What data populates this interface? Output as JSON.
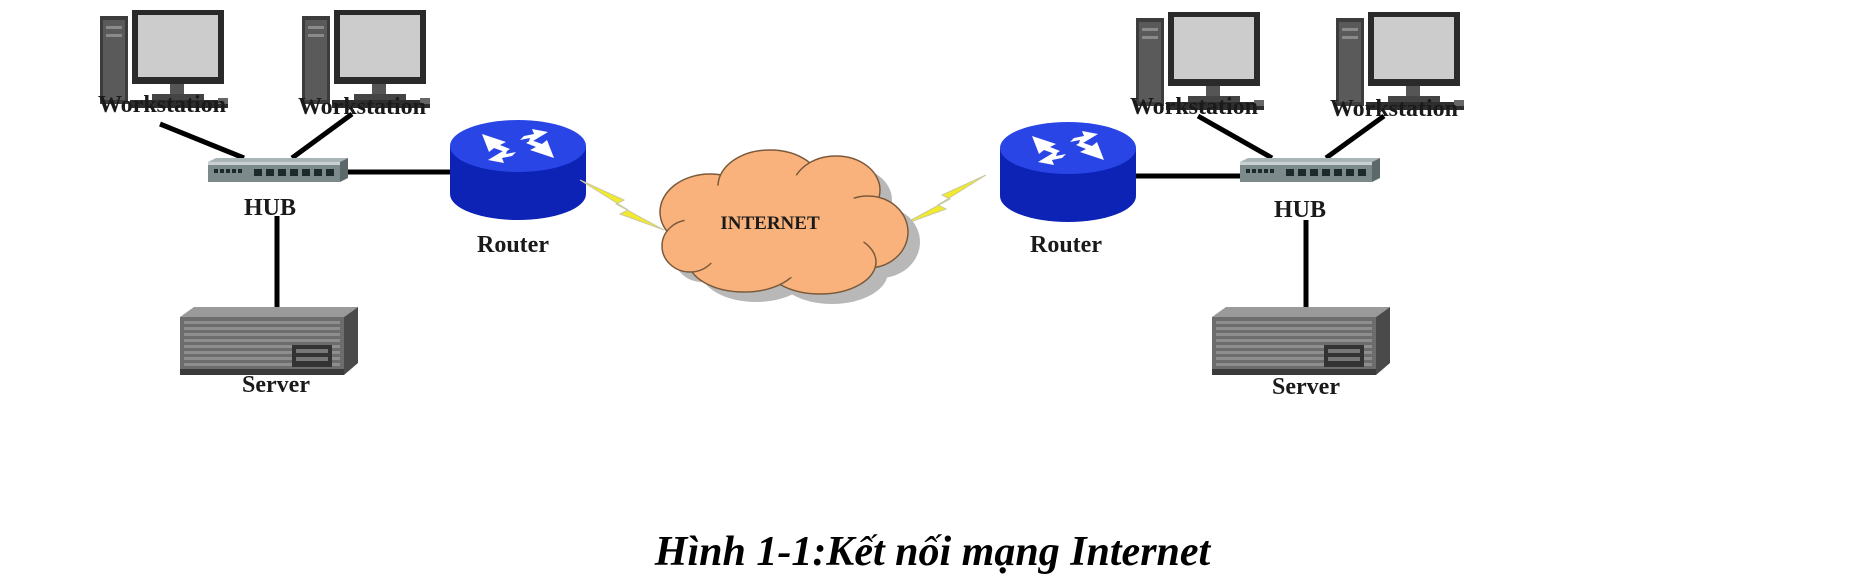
{
  "left_network": {
    "workstation_1_label": "Workstation",
    "workstation_2_label": "Workstation",
    "hub_label": "HUB",
    "router_label": "Router",
    "server_label": "Server"
  },
  "right_network": {
    "workstation_1_label": "Workstation",
    "workstation_2_label": "Workstation",
    "hub_label": "HUB",
    "router_label": "Router",
    "server_label": "Server"
  },
  "internet_label": "INTERNET",
  "caption": "Hình 1-1:Kết nối mạng Internet",
  "colors": {
    "router_blue": "#1f3bd6",
    "cloud_fill": "#f9b27b",
    "cloud_shadow": "#b8b8b8",
    "lightning": "#f3ea2a",
    "link_line": "#000000"
  },
  "icons": {
    "workstation": "desktop-computer-icon",
    "hub": "network-hub-icon",
    "router": "router-icon",
    "server": "rack-server-icon",
    "internet": "cloud-icon",
    "wan_link": "lightning-bolt-icon"
  }
}
